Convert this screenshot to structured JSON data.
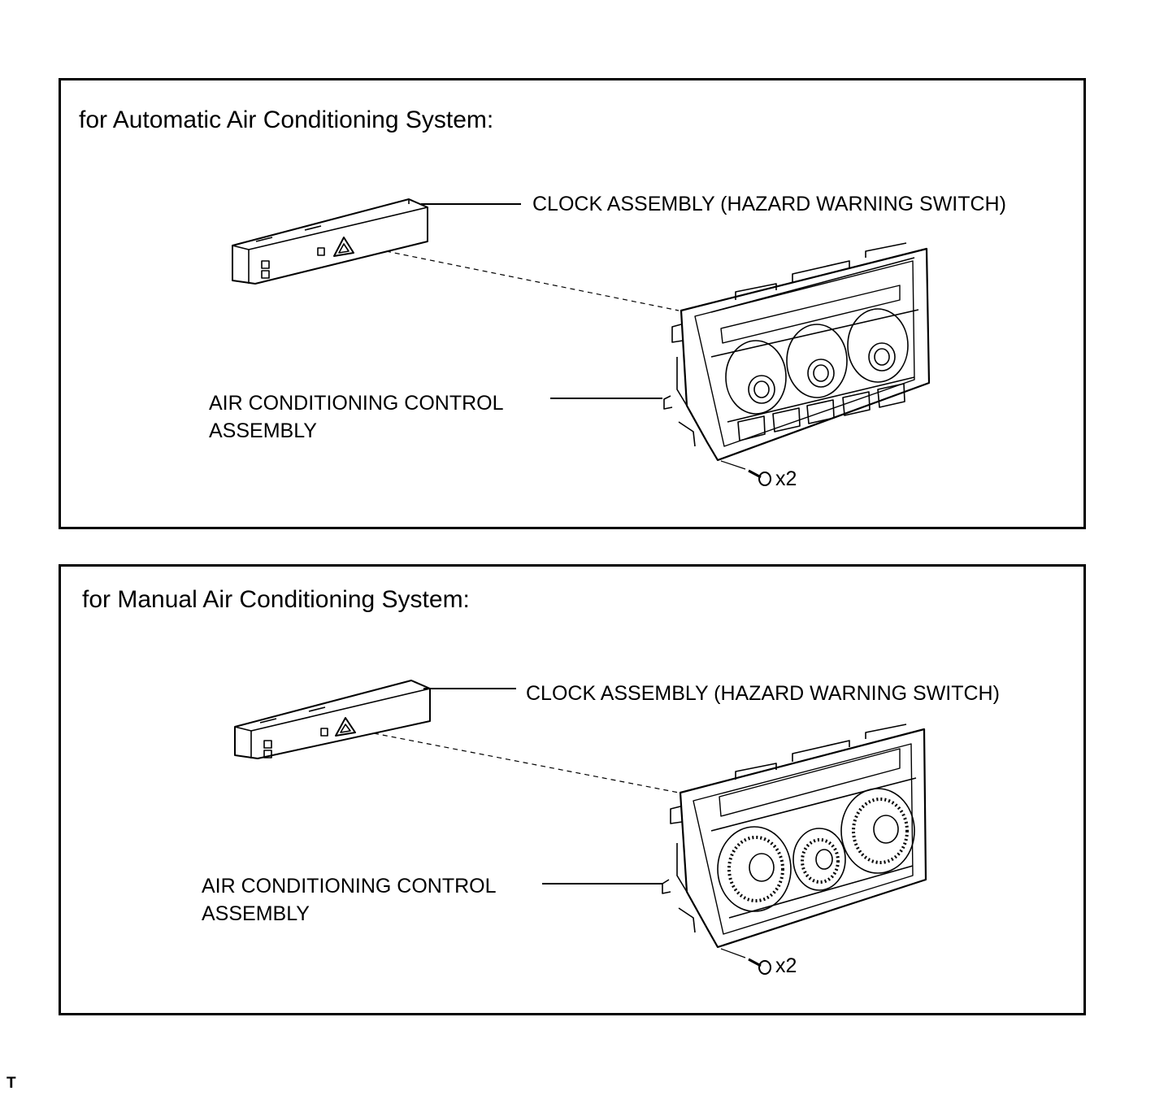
{
  "panels": [
    {
      "title": "for Automatic Air Conditioning System:",
      "clock_label": "CLOCK ASSEMBLY (HAZARD WARNING SWITCH)",
      "control_label_line1": "AIR CONDITIONING CONTROL",
      "control_label_line2": "ASSEMBLY",
      "screw_qty": "x2",
      "knob_style": "automatic"
    },
    {
      "title": "for Manual Air Conditioning System:",
      "clock_label": "CLOCK ASSEMBLY (HAZARD WARNING SWITCH)",
      "control_label_line1": "AIR CONDITIONING CONTROL",
      "control_label_line2": "ASSEMBLY",
      "screw_qty": "x2",
      "knob_style": "manual"
    }
  ],
  "corner_mark": "T",
  "colors": {
    "line": "#000000",
    "background": "#ffffff"
  }
}
